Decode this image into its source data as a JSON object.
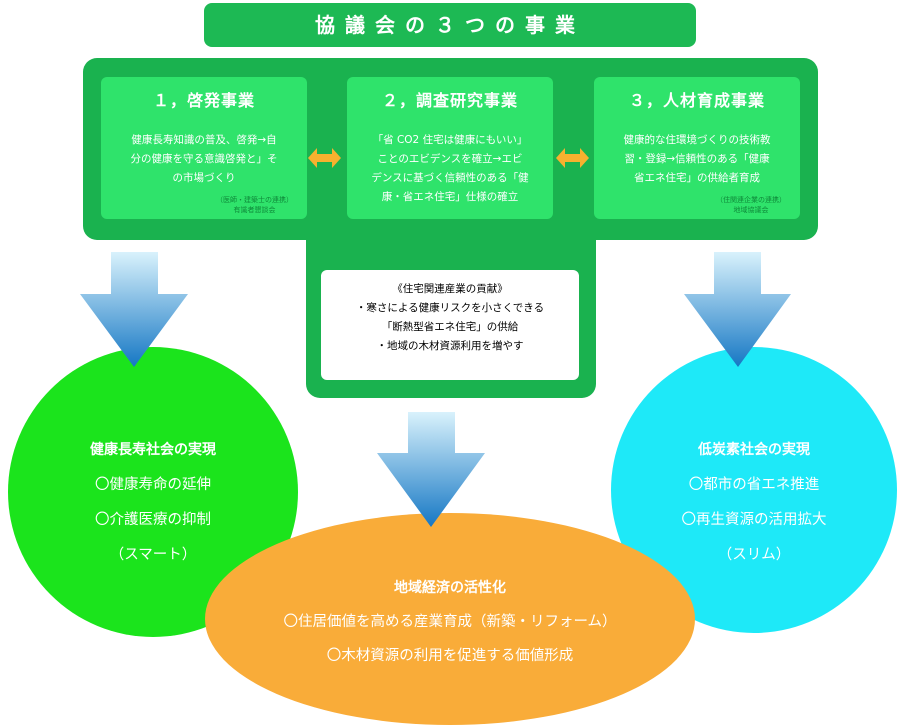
{
  "title": "協議会の３つの事業",
  "cards": [
    {
      "heading": "１，啓発事業",
      "lines": [
        "健康長寿知識の普及、啓発→自",
        "分の健康を守る意識啓発と」そ",
        "の市場づくり"
      ],
      "note_lines": [
        "（医師・建築士の連携）",
        "有識者懇談会"
      ]
    },
    {
      "heading": "２，調査研究事業",
      "lines": [
        "「省 CO2 住宅は健康にもいい」",
        "ことのエビデンスを確立→エビ",
        "デンスに基づく信頼性のある「健",
        "康・省エネ住宅」仕様の確立"
      ]
    },
    {
      "heading": "３，人材育成事業",
      "lines": [
        "健康的な住環境づくりの技術教",
        "習・登録→信頼性のある「健康",
        "省エネ住宅」の供給者育成"
      ],
      "note_lines": [
        "（住関連企業の連携）",
        "地域協議会"
      ]
    }
  ],
  "contribution": {
    "title": "《住宅関連産業の貢献》",
    "lines": [
      "・寒さによる健康リスクを小さくできる",
      "「断熱型省エネ住宅」の供給",
      "・地域の木材資源利用を増やす"
    ]
  },
  "outcomes": {
    "left": {
      "title": "健康長寿社会の実現",
      "items": [
        "〇健康寿命の延伸",
        "〇介護医療の抑制",
        "（スマート）"
      ]
    },
    "right": {
      "title": "低炭素社会の実現",
      "items": [
        "〇都市の省エネ推進",
        "〇再生資源の活用拡大",
        "（スリム）"
      ]
    },
    "bottom": {
      "title": "地域経済の活性化",
      "items": [
        "〇住居価値を高める産業育成（新築・リフォーム）",
        "〇木材資源の利用を促進する価値形成"
      ]
    }
  },
  "colors": {
    "frame_green": "#1ab24f",
    "card_green": "#2fe36b",
    "left_circle": "#1be41c",
    "right_circle": "#1ee9f8",
    "bottom_ellipse": "#f9ac39",
    "connector_orange": "#f7b12f",
    "arrow_top": "#d9f2fc",
    "arrow_bottom": "#1577c4"
  }
}
